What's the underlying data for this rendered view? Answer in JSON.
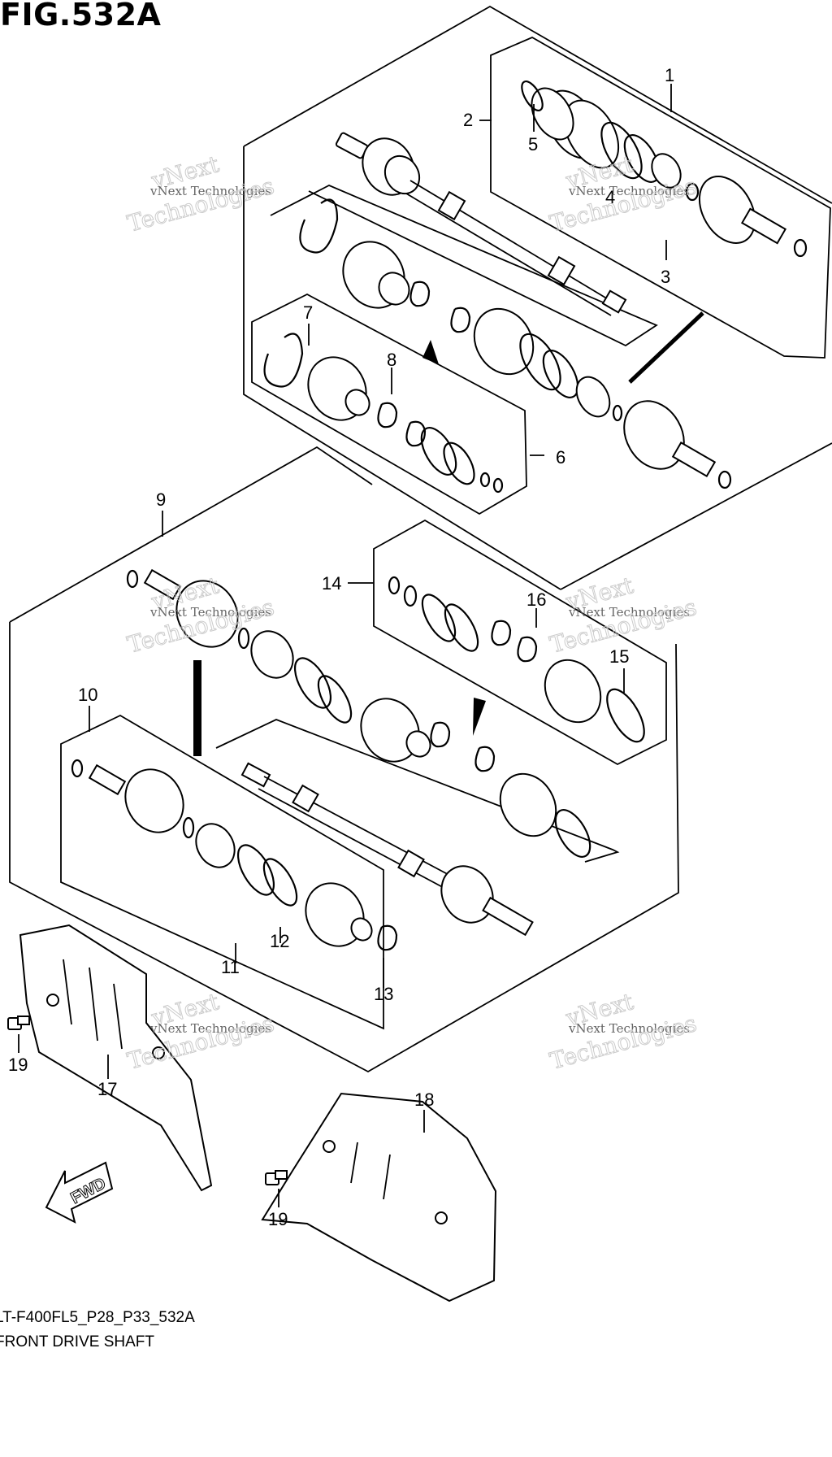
{
  "header": {
    "figure": "FIG.532A"
  },
  "footer": {
    "model_code": "LT-F400FL5_P28_P33_532A",
    "part_group": "FRONT DRIVE SHAFT"
  },
  "direction": {
    "label": "FWD"
  },
  "watermark": {
    "line1": "vNext Technologies",
    "line2": "vNext",
    "line3": "Technologies"
  },
  "callouts": [
    "1",
    "2",
    "3",
    "4",
    "5",
    "6",
    "7",
    "8",
    "9",
    "10",
    "11",
    "12",
    "13",
    "14",
    "15",
    "16",
    "17",
    "18",
    "19",
    "19"
  ]
}
